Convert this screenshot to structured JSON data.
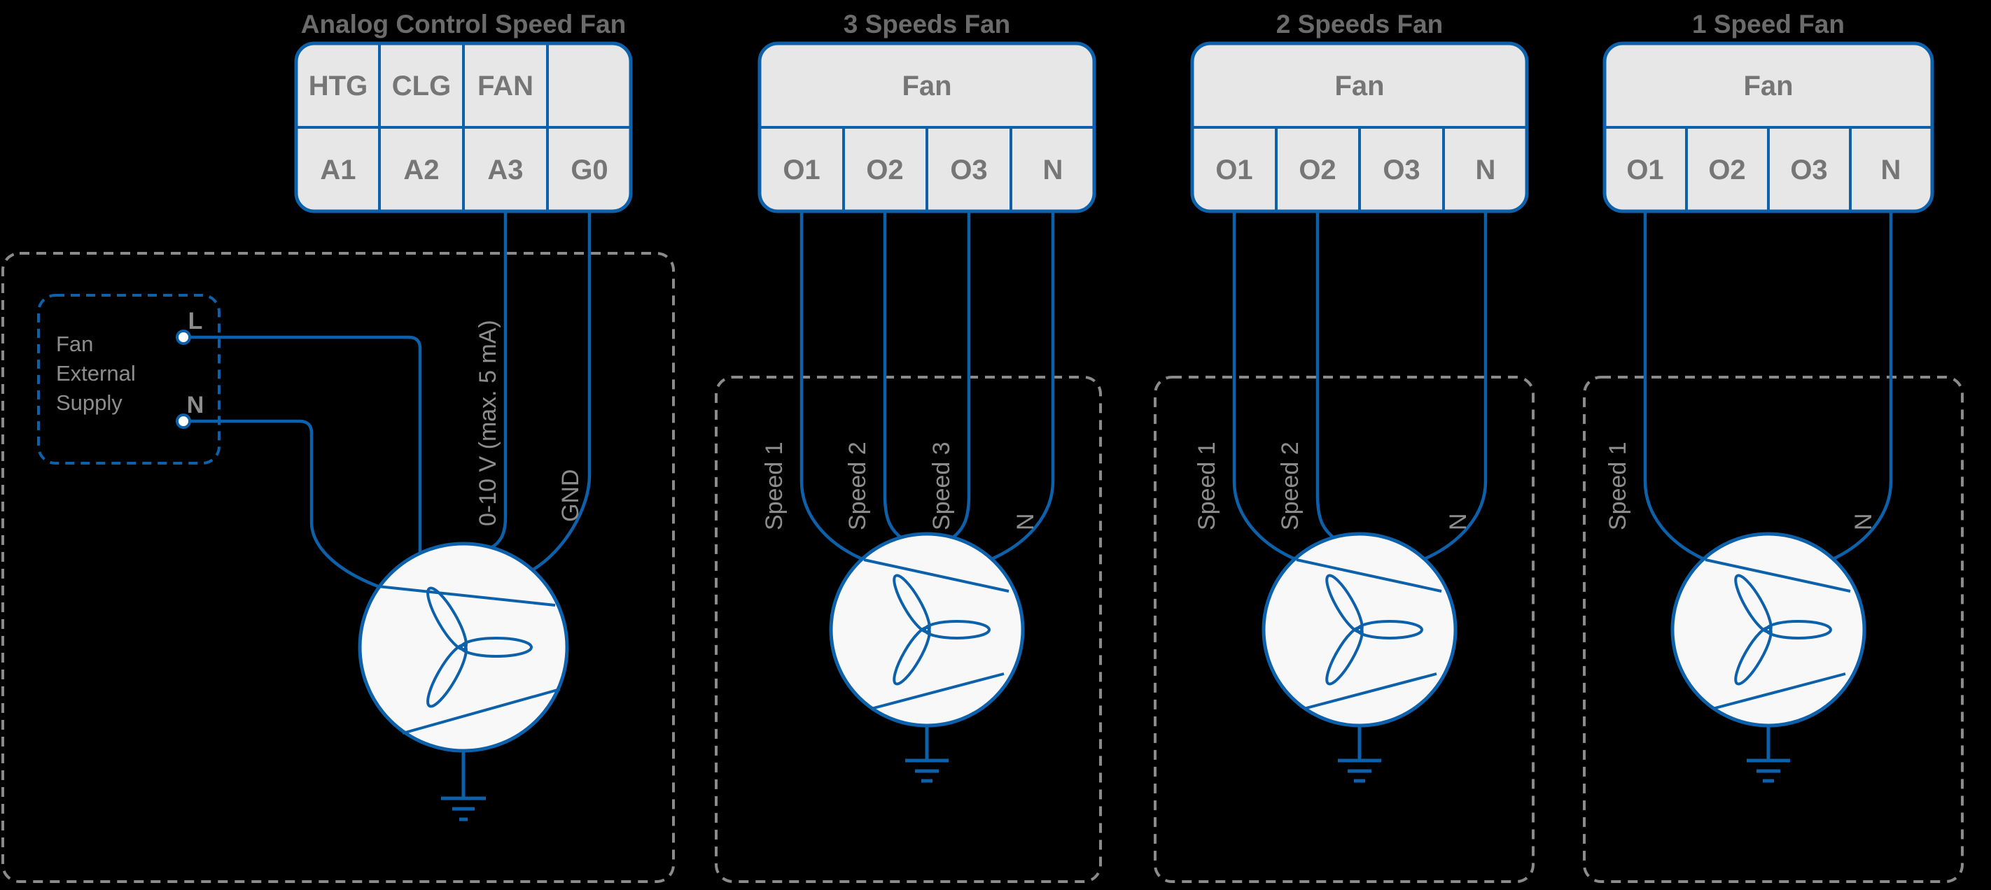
{
  "colors": {
    "wire_blue": "#0d61ab",
    "terminal_block_fill": "#e7e7e8",
    "fan_fill": "#f8f8f8",
    "title_gray": "#6b6b6b",
    "terminal_text_gray": "#767676",
    "wire_label_gray": "#8d8d8d",
    "dashed_outline_gray": "#8b8b8b",
    "background": "#000000"
  },
  "diagrams": [
    {
      "title": "Analog Control Speed Fan",
      "block": {
        "top_row": [
          "HTG",
          "CLG",
          "FAN",
          ""
        ],
        "bottom_row": [
          "A1",
          "A2",
          "A3",
          "G0"
        ]
      },
      "supply": {
        "lines": [
          "Fan",
          "External",
          "Supply"
        ],
        "l": "L",
        "n": "N"
      },
      "wire_labels": {
        "analog": "0-10 V (max. 5 mA)",
        "gnd": "GND"
      }
    },
    {
      "title": "3 Speeds Fan",
      "block": {
        "top_row": [
          "Fan"
        ],
        "bottom_row": [
          "O1",
          "O2",
          "O3",
          "N"
        ]
      },
      "wire_labels": {
        "w1": "Speed 1",
        "w2": "Speed 2",
        "w3": "Speed 3",
        "w4": "N"
      }
    },
    {
      "title": "2 Speeds Fan",
      "block": {
        "top_row": [
          "Fan"
        ],
        "bottom_row": [
          "O1",
          "O2",
          "O3",
          "N"
        ]
      },
      "wire_labels": {
        "w1": "Speed 1",
        "w2": "Speed 2",
        "w4": "N"
      }
    },
    {
      "title": "1 Speed Fan",
      "block": {
        "top_row": [
          "Fan"
        ],
        "bottom_row": [
          "O1",
          "O2",
          "O3",
          "N"
        ]
      },
      "wire_labels": {
        "w1": "Speed 1",
        "w4": "N"
      }
    }
  ]
}
